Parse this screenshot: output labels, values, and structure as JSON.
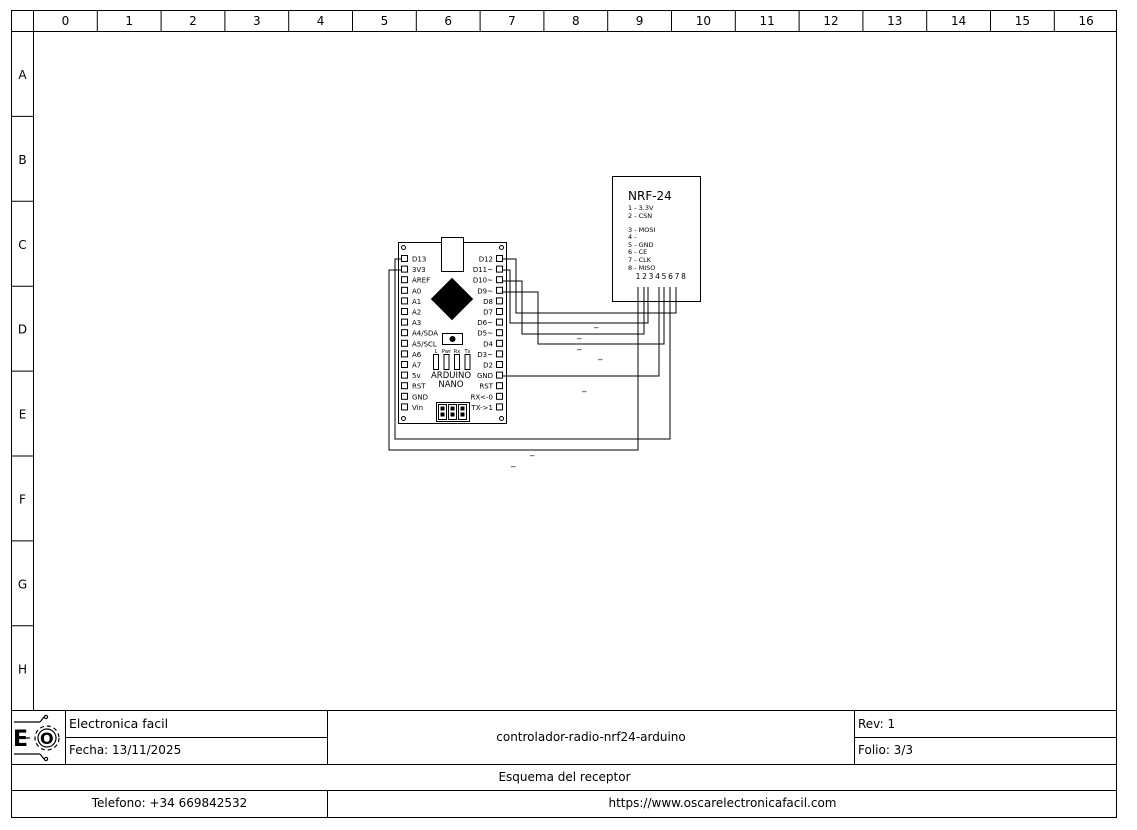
{
  "grid": {
    "columns": [
      "0",
      "1",
      "2",
      "3",
      "4",
      "5",
      "6",
      "7",
      "8",
      "9",
      "10",
      "11",
      "12",
      "13",
      "14",
      "15",
      "16"
    ],
    "rows": [
      "A",
      "B",
      "C",
      "D",
      "E",
      "F",
      "G",
      "H"
    ]
  },
  "nano": {
    "left_pins": [
      "D13",
      "3V3",
      "AREF",
      "A0",
      "A1",
      "A2",
      "A3",
      "A4/SDA",
      "A5/SCL",
      "A6",
      "A7",
      "5v",
      "RST",
      "GND",
      "Vin"
    ],
    "right_pins": [
      "D12",
      "D11~",
      "D10~",
      "D9~",
      "D8",
      "D7",
      "D6~",
      "D5~",
      "D4",
      "D3~",
      "D2",
      "GND",
      "RST",
      "RX<-0",
      "TX->1"
    ],
    "leds": [
      "L",
      "Pwr",
      "Rx",
      "Tx"
    ],
    "label_line1": "ARDUINO",
    "label_line2": "NANO"
  },
  "nrf": {
    "title": "NRF-24",
    "pins": [
      "1 - 3.3V",
      "2 - CSN",
      "3 - MOSI",
      "4 -",
      "5 - GND",
      "6 - CE",
      "7 - CLK",
      "8 - MISO"
    ],
    "pin_numbers": [
      "1",
      "2",
      "3",
      "4",
      "5",
      "6",
      "7",
      "8"
    ]
  },
  "wire_labels": [
    "_",
    "_",
    "_",
    "_",
    "_",
    "_",
    "_"
  ],
  "title_block": {
    "company": "Electronica facil",
    "date": "Fecha: 13/11/2025",
    "project": "controlador-radio-nrf24-arduino",
    "rev": "Rev: 1",
    "folio": "Folio: 3/3",
    "description": "Esquema del receptor",
    "phone": "Telefono: +34 669842532",
    "website": "https://www.oscarelectronicafacil.com"
  },
  "logo": {
    "icon": "gear-icon",
    "letters": "EO"
  }
}
